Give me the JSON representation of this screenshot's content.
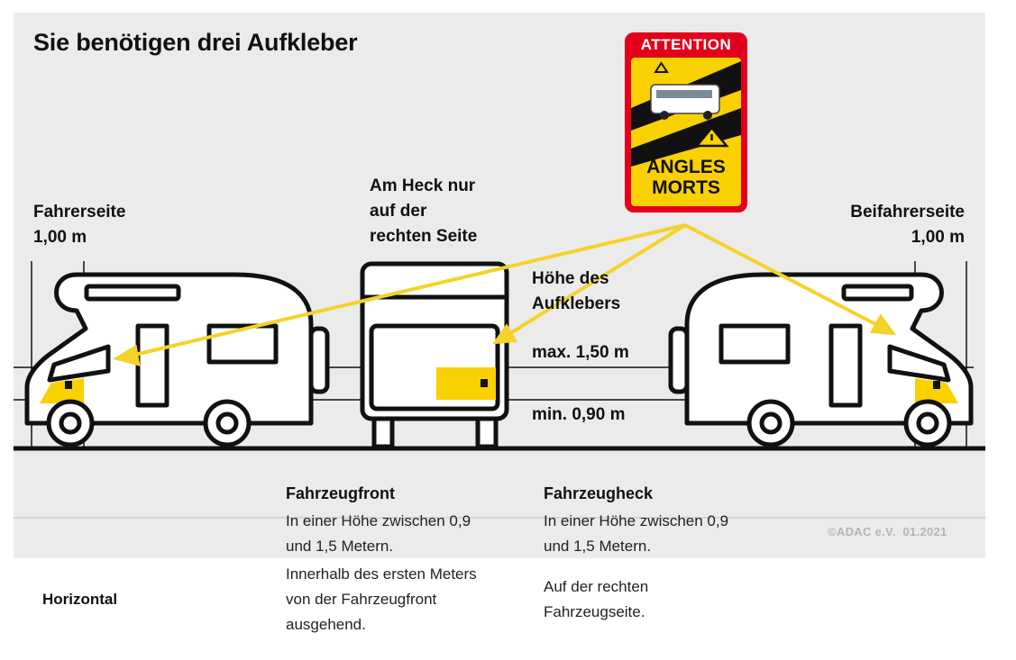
{
  "title": "Sie benötigen drei Aufkleber",
  "sticker": {
    "top_text": "ATTENTION",
    "bottom_line1": "ANGLES",
    "bottom_line2": "MORTS",
    "colors": {
      "red": "#e3001b",
      "yellow": "#fad100",
      "black": "#111111"
    }
  },
  "labels": {
    "driver_side_line1": "Fahrerseite",
    "driver_side_line2": "1,00 m",
    "rear_line1": "Am Heck nur",
    "rear_line2": "auf der",
    "rear_line3": "rechten Seite",
    "passenger_side_line1": "Beifahrerseite",
    "passenger_side_line2": "1,00 m",
    "height_line1": "Höhe des",
    "height_line2": "Aufklebers",
    "max": "max. 1,50 m",
    "min": "min. 0,90 m"
  },
  "table": {
    "col_front_header": "Fahrzeugfront",
    "col_rear_header": "Fahrzeugheck",
    "vertical_front_line1": "In einer Höhe zwischen 0,9",
    "vertical_front_line2": "und 1,5 Metern.",
    "vertical_rear_line1": "In einer Höhe zwischen 0,9",
    "vertical_rear_line2": "und 1,5 Metern.",
    "row_horizontal_label": "Horizontal",
    "horizontal_front_line1": "Innerhalb des ersten Meters",
    "horizontal_front_line2": "von der Fahrzeugfront",
    "horizontal_front_line3": "ausgehend.",
    "horizontal_rear_line1": "Auf der rechten",
    "horizontal_rear_line2": "Fahrzeugseite."
  },
  "copyright": "©ADAC e.V.  01.2021",
  "colors": {
    "panel": "#ebebeb",
    "accent_yellow": "#fad100",
    "arrow_yellow": "#f5d22a",
    "outline": "#111111"
  }
}
